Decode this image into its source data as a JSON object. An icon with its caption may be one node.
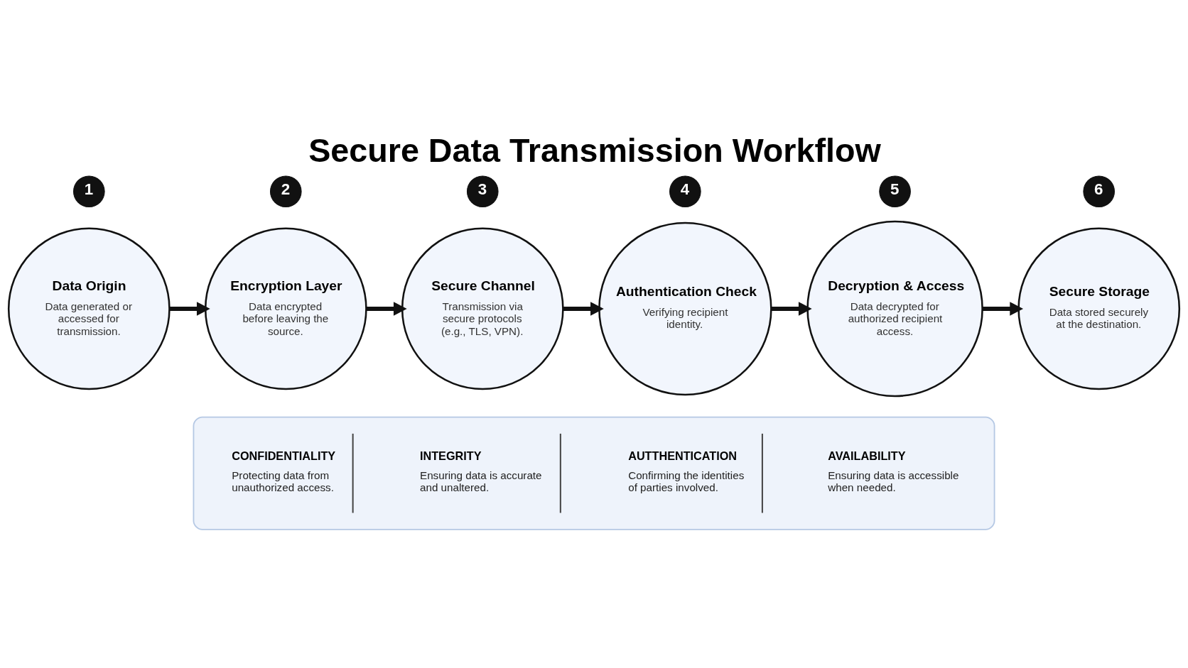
{
  "diagram": {
    "title": "Secure Data Transmission Workflow",
    "nodes": [
      {
        "text": [
          "Data Origin",
          "Data generated or accessed for transmission."
        ],
        "beside": [
          "1"
        ]
      },
      {
        "text": [
          "Encryption Layer",
          "Data encrypted before leaving the source."
        ],
        "beside": [
          "2"
        ]
      },
      {
        "text": [
          "Secure Channel",
          "Transmission via secure protocols (e.g., TLS, VPN)."
        ],
        "beside": [
          "3"
        ]
      },
      {
        "text": [
          "Authentication Check",
          "Verifying recipient identity."
        ],
        "beside": [
          "4"
        ]
      },
      {
        "text": [
          "Decryption & Access",
          "Data decrypted for authorized recipient access."
        ],
        "beside": [
          "5"
        ]
      },
      {
        "text": [
          "Secure Storage",
          "Data stored securely at the destination."
        ],
        "beside": [
          "6"
        ]
      },
      {
        "text": [],
        "shape": "box"
      },
      {
        "text": [
          "CONFIDENTIALITY",
          "Protecting data from unauthorized access."
        ],
        "in": 6
      },
      {
        "text": [
          "INTEGRITY",
          "Ensuring data is accurate and unaltered."
        ],
        "in": 6
      },
      {
        "text": [
          "AUTTHENTICATION",
          "Confirming the identities of parties involved."
        ],
        "in": 6
      },
      {
        "text": [
          "AVAILABILITY",
          "Ensuring data is accessible when needed."
        ],
        "in": 6
      }
    ],
    "edges": [
      {
        "from": 0,
        "to": 1,
        "arrow": "to"
      },
      {
        "from": 1,
        "to": 2,
        "arrow": "to"
      },
      {
        "from": 2,
        "to": 3,
        "arrow": "to"
      },
      {
        "from": 3,
        "to": 4,
        "arrow": "to"
      },
      {
        "from": 4,
        "to": 5,
        "arrow": "to"
      }
    ]
  }
}
